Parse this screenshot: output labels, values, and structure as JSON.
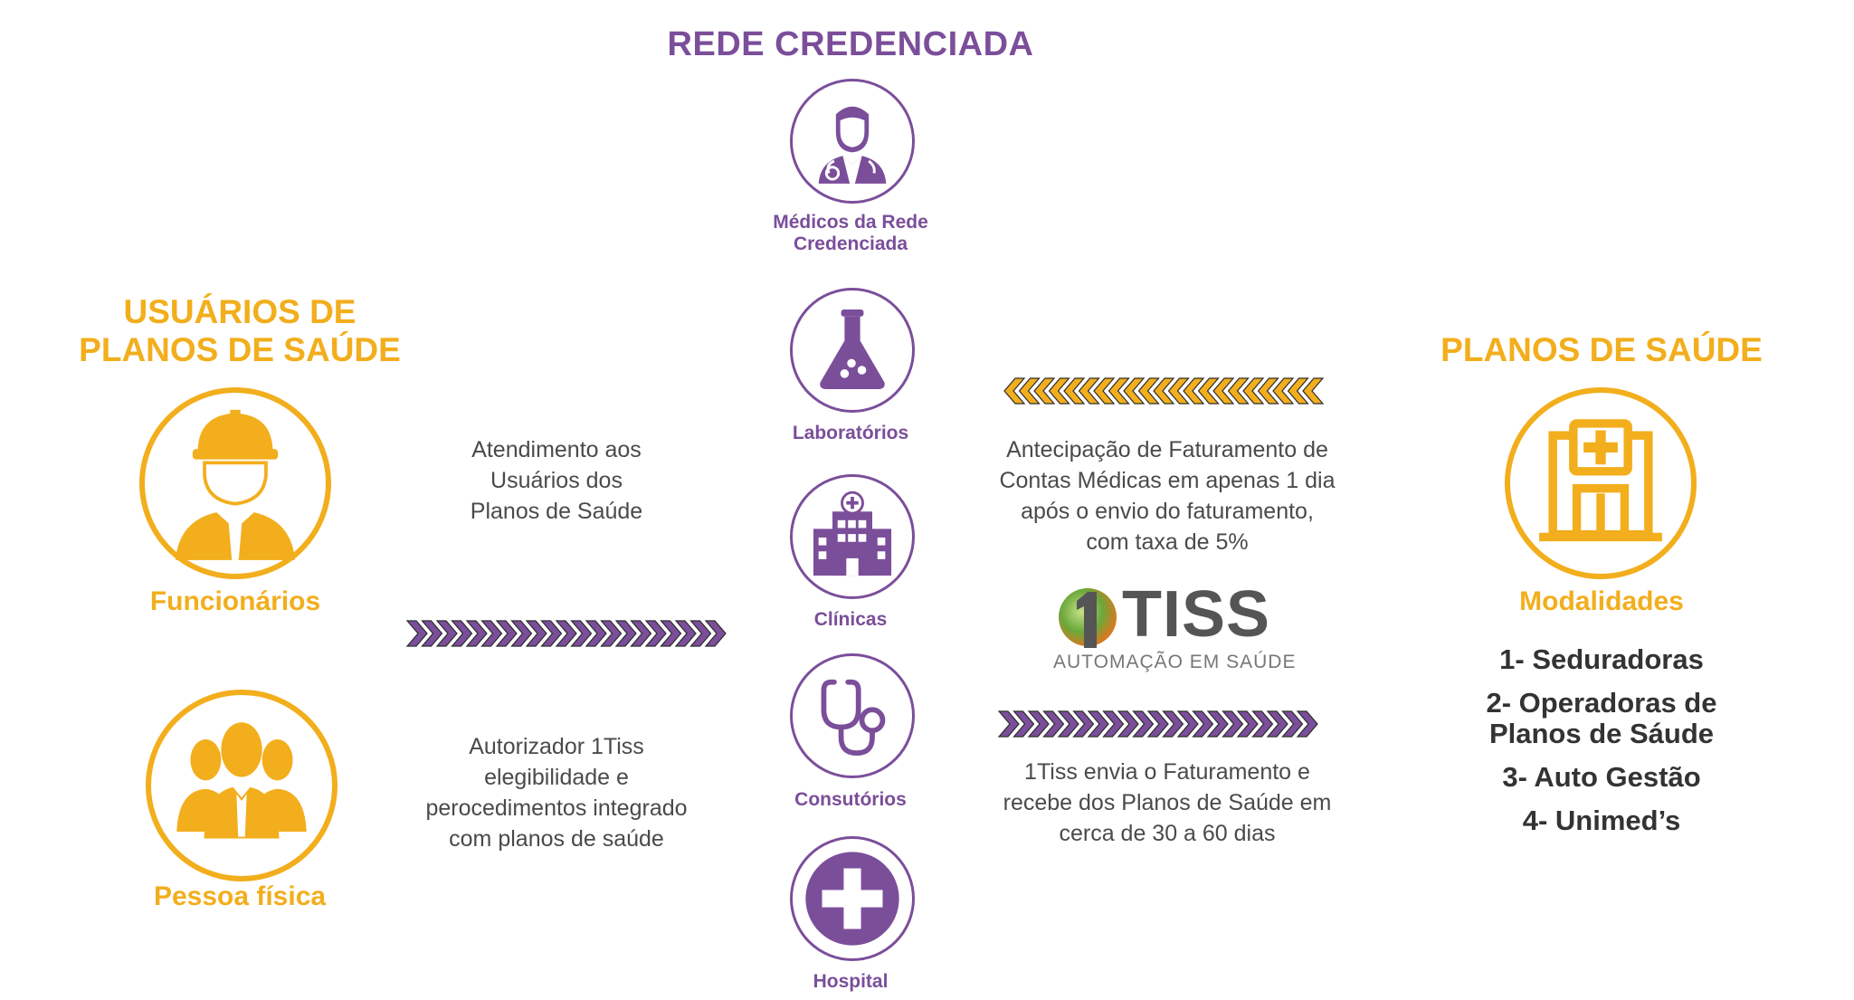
{
  "rede": {
    "title": "REDE CREDENCIADA",
    "items": [
      {
        "icon": "doctor-icon",
        "label_lines": [
          "Médicos da Rede",
          "Credenciada"
        ]
      },
      {
        "icon": "lab-flask-icon",
        "label_lines": [
          "Laboratórios"
        ]
      },
      {
        "icon": "clinic-building-icon",
        "label_lines": [
          "Clínicas"
        ]
      },
      {
        "icon": "stethoscope-icon",
        "label_lines": [
          "Consutórios"
        ]
      },
      {
        "icon": "hospital-cross-icon",
        "label_lines": [
          "Hospital"
        ]
      }
    ]
  },
  "usuarios": {
    "title_lines": [
      "USUÁRIOS DE",
      "PLANOS DE SAÚDE"
    ],
    "funcionarios": {
      "icon": "worker-helmet-icon",
      "label": "Funcionários"
    },
    "pessoa": {
      "icon": "people-group-icon",
      "label": "Pessoa física"
    }
  },
  "middle_left": {
    "atendimento_lines": [
      "Atendimento aos",
      "Usuários dos",
      "Planos de Saúde"
    ],
    "autorizador_lines": [
      "Autorizador 1Tiss",
      "elegibilidade e",
      "perocedimentos integrado",
      "com planos de saúde"
    ]
  },
  "middle_right": {
    "antecipacao_lines": [
      "Antecipação de Faturamento de",
      "Contas Médicas em apenas 1 dia",
      "após o envio do faturamento,",
      "com taxa de 5%"
    ],
    "envio_lines": [
      "1Tiss  envia o Faturamento e",
      "recebe dos Planos de Saúde em",
      "cerca de 30 a 60 dias"
    ]
  },
  "logo": {
    "text": "TISS",
    "tagline": "AUTOMAÇÃO EM SAÚDE",
    "digit": "1"
  },
  "planos": {
    "title": "PLANOS DE SAÚDE",
    "icon": "hospital-building-icon",
    "modalidades_label": "Modalidades",
    "modalidades": [
      {
        "lines": [
          "1- Seduradoras"
        ]
      },
      {
        "lines": [
          "2- Operadoras de",
          "Planos de Sáude"
        ]
      },
      {
        "lines": [
          "3- Auto Gestão"
        ]
      },
      {
        "lines": [
          "4- Unimed’s"
        ]
      }
    ]
  },
  "colors": {
    "purple": "#7B4E9A",
    "orange": "#F2AE1C",
    "dark": "#3a3a3a"
  }
}
